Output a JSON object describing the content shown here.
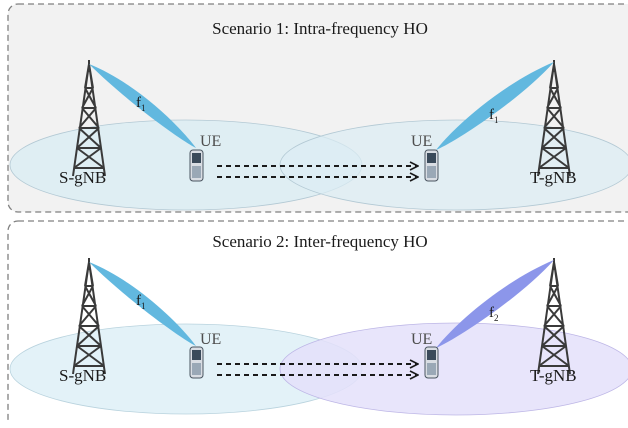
{
  "scenarios": [
    {
      "title": "Scenario 1: Intra-frequency HO",
      "source_label": "S-gNB",
      "target_label": "T-gNB",
      "ue_label": "UE",
      "source_freq": {
        "base": "f",
        "sub": "1"
      },
      "target_freq": {
        "base": "f",
        "sub": "1"
      },
      "colors": {
        "panel_bg": "#f2f2f2",
        "source_cell": "#dcedf3",
        "target_cell": "#dcedf3",
        "source_beam": "#62b8df",
        "target_beam": "#62b8df"
      }
    },
    {
      "title": "Scenario 2: Inter-frequency HO",
      "source_label": "S-gNB",
      "target_label": "T-gNB",
      "ue_label": "UE",
      "source_freq": {
        "base": "f",
        "sub": "1"
      },
      "target_freq": {
        "base": "f",
        "sub": "2"
      },
      "colors": {
        "panel_bg": "#ffffff",
        "source_cell": "#e3f2f8",
        "target_cell": "#e4e0fa",
        "source_beam": "#62b8df",
        "target_beam": "#8c96ea"
      }
    }
  ],
  "icons": {
    "tower": "cell-tower-icon",
    "ue": "mobile-phone-icon",
    "handover": "dashed-arrow-icon"
  }
}
